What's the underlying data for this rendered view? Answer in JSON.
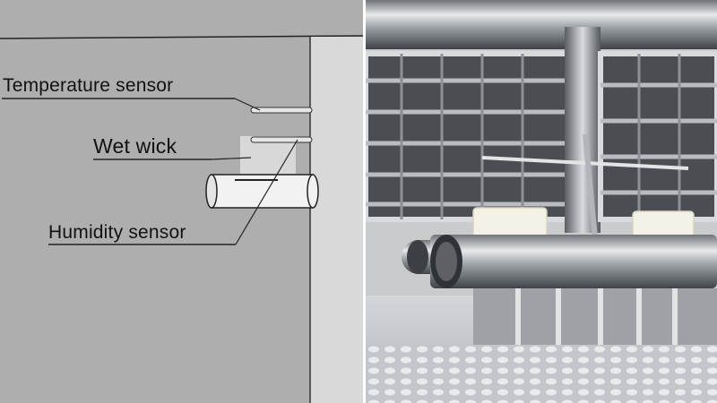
{
  "diagram": {
    "labels": {
      "temperature_sensor": "Temperature sensor",
      "wet_wick": "Wet wick",
      "humidity_sensor": "Humidity sensor"
    },
    "colors": {
      "panel_background": "#aeaeae",
      "line": "#222222",
      "tube": "#f2f2f2"
    }
  },
  "photo": {
    "colors": {
      "steel": "#b8bcc0",
      "wick": "#f4f1e6"
    }
  }
}
